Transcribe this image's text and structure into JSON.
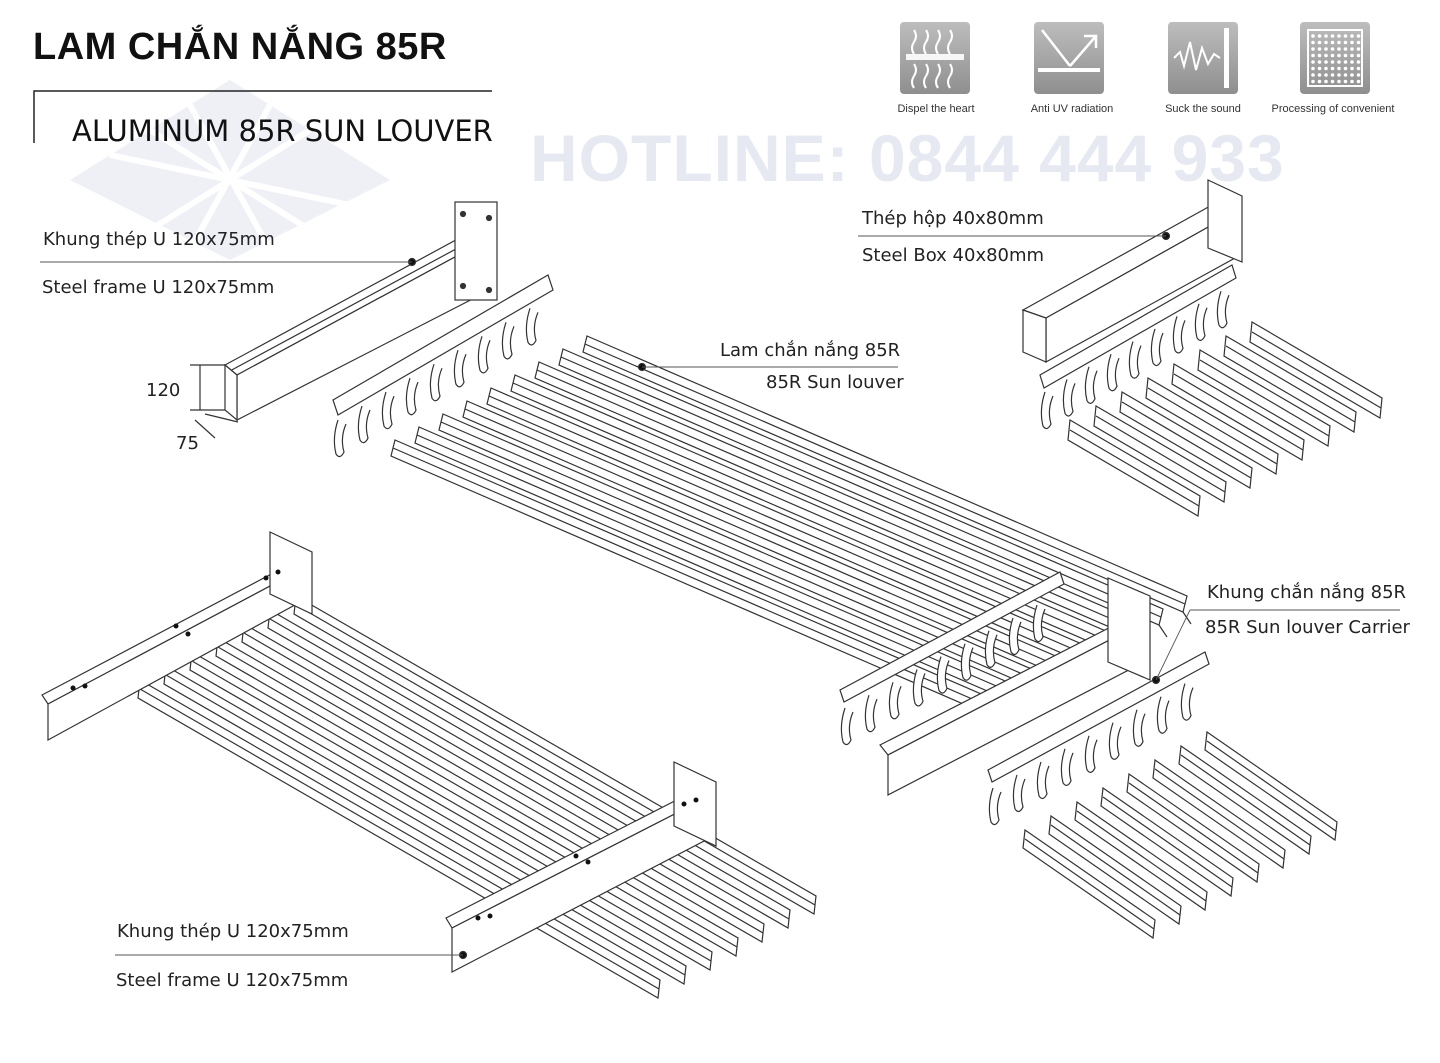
{
  "title": "LAM CHẮN NẮNG 85R",
  "subtitle": "ALUMINUM 85R SUN LOUVER",
  "watermark": "HOTLINE: 0844 444 933",
  "features": [
    {
      "icon": "heat-dispel-icon",
      "caption": "Dispel the heart"
    },
    {
      "icon": "anti-uv-icon",
      "caption": "Anti UV radiation"
    },
    {
      "icon": "sound-absorb-icon",
      "caption": "Suck the sound"
    },
    {
      "icon": "perforated-panel-icon",
      "caption": "Processing of convenient"
    }
  ],
  "labels": {
    "steel_frame_top_vi": "Khung thép U 120x75mm",
    "steel_frame_top_en": "Steel frame U 120x75mm",
    "dim_height": "120",
    "dim_width": "75",
    "louver_vi": "Lam chắn nắng 85R",
    "louver_en": "85R Sun louver",
    "steel_box_vi": "Thép hộp 40x80mm",
    "steel_box_en": "Steel Box 40x80mm",
    "carrier_vi": "Khung chắn nắng 85R",
    "carrier_en": "85R Sun louver Carrier",
    "steel_frame_bottom_vi": "Khung thép U 120x75mm",
    "steel_frame_bottom_en": "Steel frame U 120x75mm"
  },
  "colors": {
    "line": "#333333",
    "watermark": "#e6e9f2",
    "icon_bg": "#a6a6a6"
  }
}
